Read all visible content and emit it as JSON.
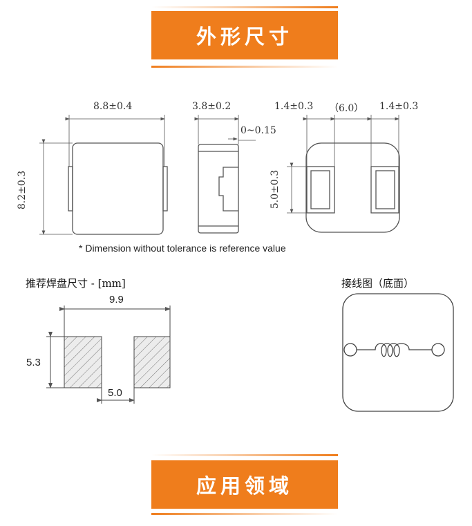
{
  "section_top": {
    "title": "外形尺寸"
  },
  "section_bottom": {
    "title": "应用领域"
  },
  "dimensions": {
    "width": "8.8±0.4",
    "height": "8.2±0.3",
    "depth": "3.8±0.2",
    "gap": "0~0.15",
    "terminal_left": "1.4±0.3",
    "terminal_center": "（6.0）",
    "terminal_right": "1.4±0.3",
    "terminal_height": "5.0±0.3"
  },
  "note": "* Dimension without tolerance is reference value",
  "pad_layout": {
    "title": "推荐焊盘尺寸 - [mm]",
    "total_width": "9.9",
    "pad_height": "5.3",
    "pad_gap": "5.0"
  },
  "schematic": {
    "title": "接线图（底面）"
  },
  "colors": {
    "accent": "#ef7d1c",
    "banner_text": "#ffffff"
  }
}
